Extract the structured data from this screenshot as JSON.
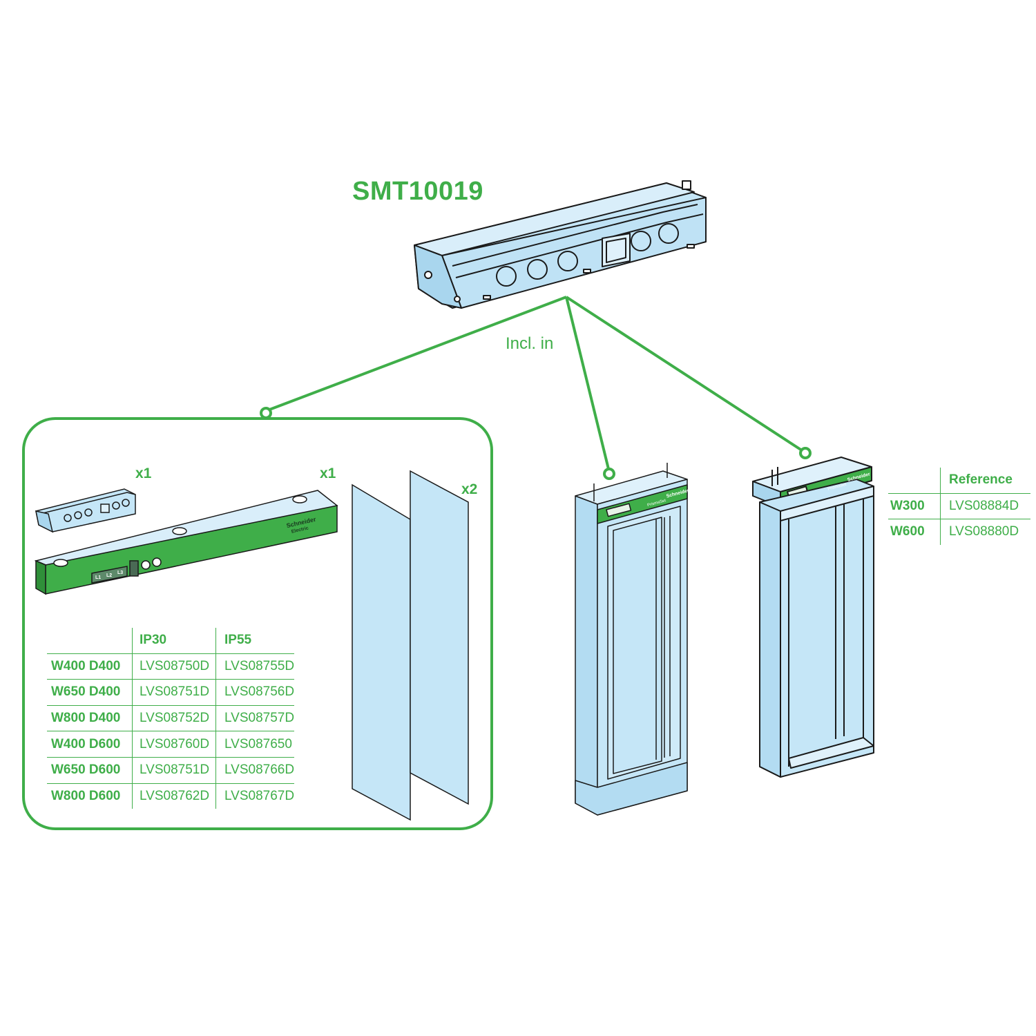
{
  "product_code": "SMT10019",
  "incl_in_label": "Incl. in",
  "kit_quantities": {
    "module": "x1",
    "roof_bar": "x1",
    "side_panels": "x2"
  },
  "brand": {
    "name_line1": "Schneider",
    "name_line2": "Electric",
    "product_line": "PrismaSet"
  },
  "phase_labels": [
    "L1",
    "L2",
    "L3"
  ],
  "colors": {
    "accent_green": "#3fae49",
    "panel_blue": "#c5e6f7",
    "outline": "#1a1a1a"
  },
  "table_left": {
    "columns": [
      "",
      "IP30",
      "IP55"
    ],
    "rows": [
      {
        "label": "W400 D400",
        "ip30": "LVS08750D",
        "ip55": "LVS08755D"
      },
      {
        "label": "W650 D400",
        "ip30": "LVS08751D",
        "ip55": "LVS08756D"
      },
      {
        "label": "W800 D400",
        "ip30": "LVS08752D",
        "ip55": "LVS08757D"
      },
      {
        "label": "W400 D600",
        "ip30": "LVS08760D",
        "ip55": "LVS087650"
      },
      {
        "label": "W650 D600",
        "ip30": "LVS08751D",
        "ip55": "LVS08766D"
      },
      {
        "label": "W800 D600",
        "ip30": "LVS08762D",
        "ip55": "LVS08767D"
      }
    ]
  },
  "table_right": {
    "columns": [
      "",
      "Reference"
    ],
    "rows": [
      {
        "label": "W300",
        "reference": "LVS08884D"
      },
      {
        "label": "W600",
        "reference": "LVS08880D"
      }
    ]
  }
}
